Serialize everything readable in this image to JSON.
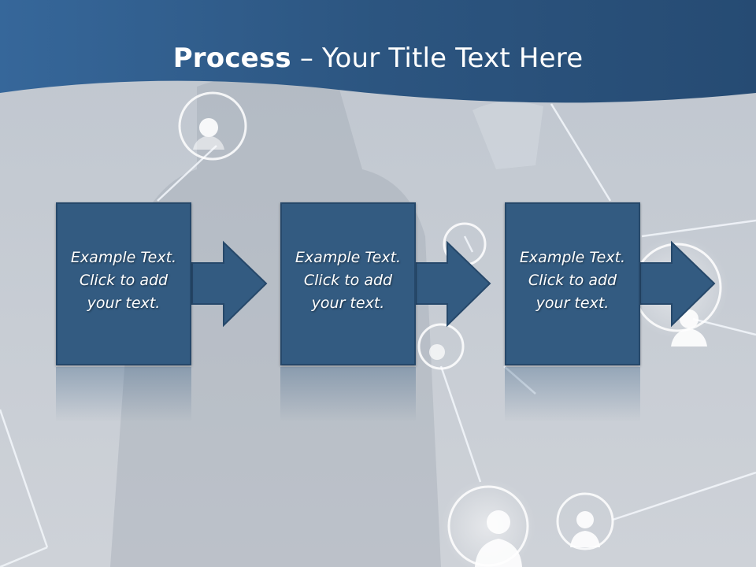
{
  "slide": {
    "title_bold": "Process",
    "title_rest": " – Your Title Text Here"
  },
  "steps": [
    {
      "line1": "Example Text.",
      "line2": "Click  to add",
      "line3": "your text."
    },
    {
      "line1": "Example Text.",
      "line2": "Click  to add",
      "line3": "your text."
    },
    {
      "line1": "Example Text.",
      "line2": "Click  to add",
      "line3": "your text."
    }
  ],
  "colors": {
    "header": "#2e5a84",
    "box_fill": "#335b81",
    "box_border": "#26486a",
    "background": "#c7ccd3"
  }
}
